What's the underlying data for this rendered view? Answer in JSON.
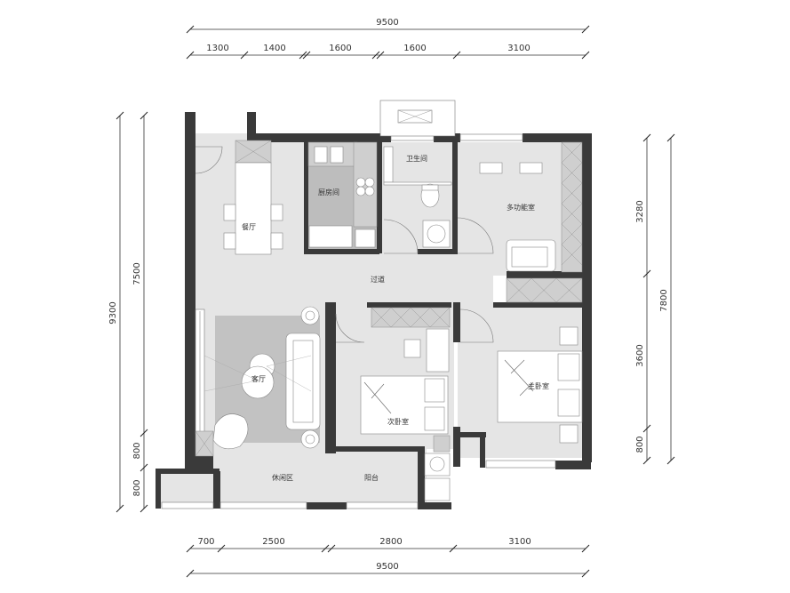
{
  "dimensions": {
    "top_total": "9500",
    "top_segments": [
      "1300",
      "1400",
      "1600",
      "1600",
      "3100"
    ],
    "bottom_segments": [
      "700",
      "2500",
      "2800",
      "3100"
    ],
    "bottom_total": "9500",
    "left_total": "9300",
    "left_segments": [
      "7500",
      "800",
      "800"
    ],
    "right_total": "7800",
    "right_segments": [
      "3280",
      "3600",
      "800"
    ]
  },
  "rooms": {
    "dining": "餐厅",
    "kitchen": "厨房间",
    "bathroom": "卫生间",
    "multi_room": "多功能室",
    "corridor": "过道",
    "living": "客厅",
    "second_bedroom": "次卧室",
    "master_bedroom": "主卧室",
    "leisure": "休闲区",
    "balcony": "阳台"
  }
}
